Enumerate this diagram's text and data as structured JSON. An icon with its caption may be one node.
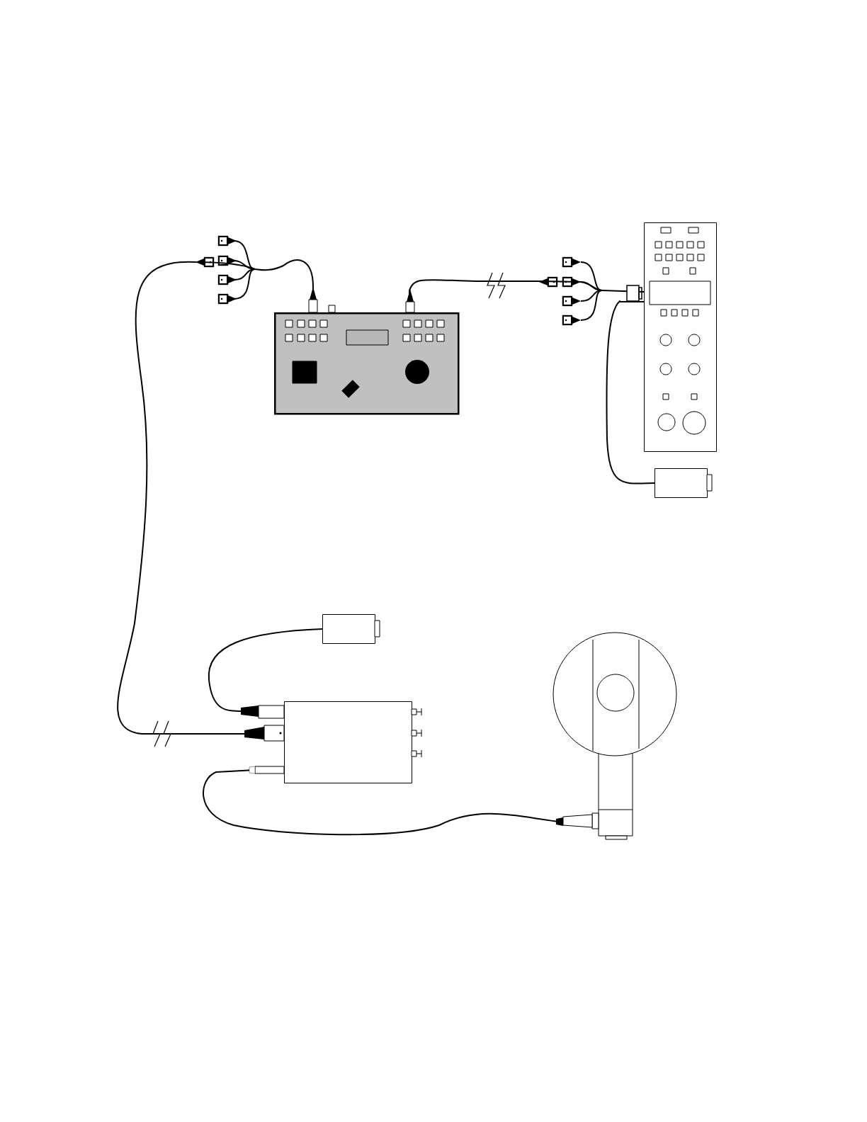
{
  "diagram": {
    "nodes": [
      {
        "text": [],
        "shape": "box"
      },
      {
        "text": [],
        "shape": "box"
      },
      {
        "text": [],
        "shape": "box"
      },
      {
        "text": [],
        "shape": "box"
      },
      {
        "text": [],
        "shape": "box"
      },
      {
        "text": [],
        "shape": "picture"
      }
    ],
    "edges": [
      {
        "from": 0,
        "to": 4,
        "arrow": "other"
      },
      {
        "from": 0,
        "to": 1,
        "arrow": "other"
      },
      {
        "from": 1,
        "to": 2,
        "arrow": "none"
      },
      {
        "from": 3,
        "to": 4,
        "arrow": "other"
      },
      {
        "from": 4,
        "to": 5,
        "arrow": "other"
      }
    ]
  }
}
